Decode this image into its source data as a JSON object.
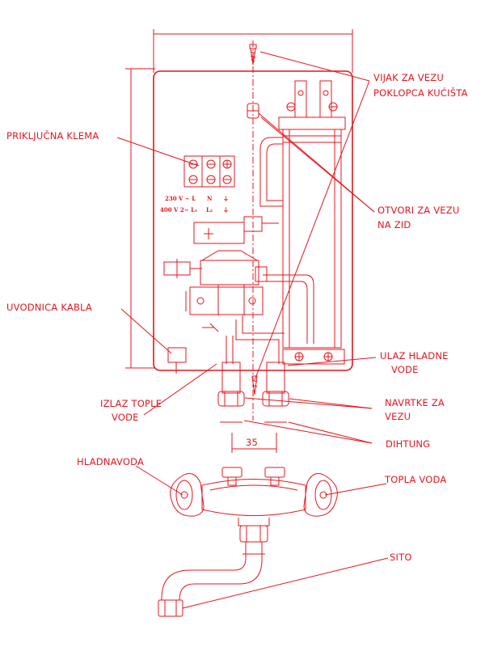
{
  "labels": {
    "vijak": [
      "VIJAK ZA VEZU",
      "POKLOPCA KUĆIŠTA"
    ],
    "klema": "PRIKLJUČNA KLEMA",
    "otvori": [
      "OTVORI ZA VEZU",
      "NA ZID"
    ],
    "uvodnica": "UVODNICA KABLA",
    "ulaz": [
      "ULAZ HLADNE",
      "VODE"
    ],
    "izlaz": [
      "IZLAZ TOPLE",
      "VODE"
    ],
    "navrtke": [
      "NAVRTKE ZA",
      "VEZU"
    ],
    "dihtung": "DIHTUNG",
    "hladna": "HLADNAVODA",
    "topla": "TOPLA VODA",
    "sito": "SITO"
  },
  "terminal_text": {
    "row1": [
      "230 V ~  L",
      "N",
      "⏚"
    ],
    "row2": [
      "400 V 2~ L₁",
      "L₂",
      "⏚"
    ]
  },
  "dimension": "35",
  "colors": {
    "ink": "#e8141c",
    "background": "#ffffff"
  }
}
